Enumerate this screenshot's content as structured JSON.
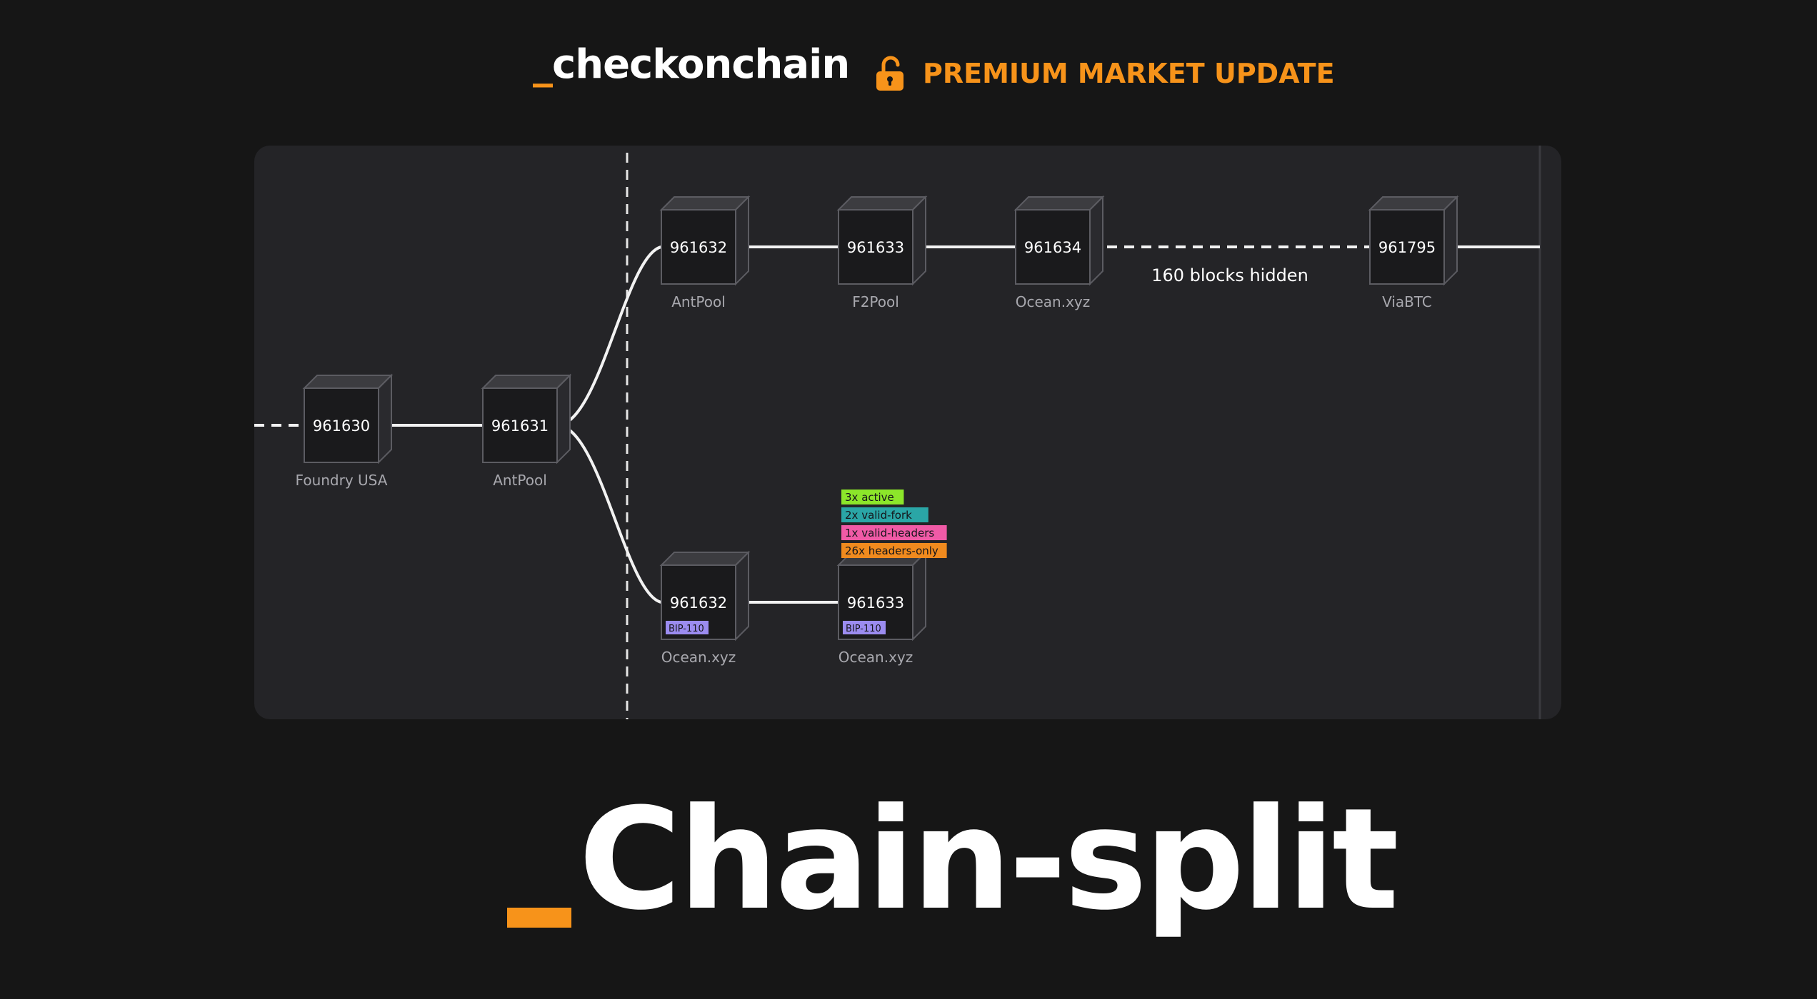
{
  "header": {
    "brand_prefix": "_",
    "brand_name": "checkonchain",
    "premium_label": "PREMIUM MARKET UPDATE",
    "lock_icon": "unlocked-padlock-icon",
    "accent_color": "#f7931a"
  },
  "diagram": {
    "blocks": [
      {
        "id": "b961630",
        "height": "961630",
        "pool": "Foundry USA"
      },
      {
        "id": "b961631",
        "height": "961631",
        "pool": "AntPool"
      },
      {
        "id": "a961632",
        "height": "961632",
        "pool": "AntPool"
      },
      {
        "id": "a961633",
        "height": "961633",
        "pool": "F2Pool"
      },
      {
        "id": "a961634",
        "height": "961634",
        "pool": "Ocean.xyz"
      },
      {
        "id": "a961795",
        "height": "961795",
        "pool": "ViaBTC"
      },
      {
        "id": "f961632",
        "height": "961632",
        "pool": "Ocean.xyz",
        "badge": "BIP-110"
      },
      {
        "id": "f961633",
        "height": "961633",
        "pool": "Ocean.xyz",
        "badge": "BIP-110"
      }
    ],
    "hidden_blocks_label": "160 blocks hidden",
    "status_tags": [
      {
        "text": "3x active",
        "color": "#8ce62a"
      },
      {
        "text": "2x valid-fork",
        "color": "#2aa6a6"
      },
      {
        "text": "1x valid-headers",
        "color": "#f05aa6"
      },
      {
        "text": "26x headers-only",
        "color": "#f08a1e"
      }
    ],
    "badge_color": "#9b8cf0"
  },
  "title": {
    "prefix": "_",
    "text": "Chain-split"
  }
}
